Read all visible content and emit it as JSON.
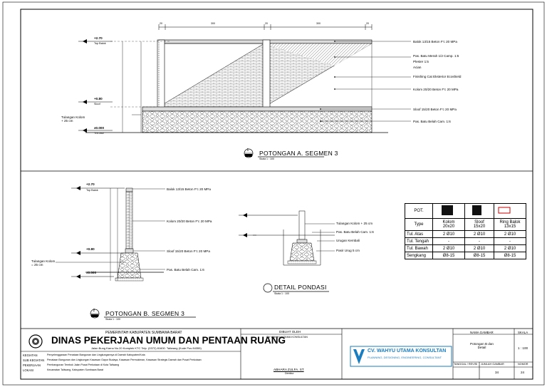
{
  "top_section": {
    "callouts": [
      "Balok 13/15 Beton F'c 20 MPa",
      "Pas. Batu Merah 1/2 Camp. 1:5",
      "Plester 1:5",
      "Acian",
      "Finishing Cat Eksterior Ecoshield",
      "Kolom 20/20 Beton F'c 20 MPa",
      "Sloof 15/20 Beton F'c 20 MPa",
      "Pas. Batu Belah Cam. 1:6"
    ],
    "levels": {
      "top": "+2.70",
      "top_name": "Top Balok",
      "mid": "+0.80",
      "mid_name": "Sloof",
      "ground": "±0.000",
      "ground_name": "Tnh Asli"
    },
    "tulangan_note": "Tulangan Kolom\n+ 25 cm",
    "dims_top": [
      "20",
      "300",
      "20",
      "300",
      "20"
    ],
    "title": "POTONGAN  A.  SEGMEN  3",
    "scale": "Skala 1 : 100",
    "badge": "1"
  },
  "left_bottom": {
    "callouts": [
      "Balok 13/15 Beton F'c 20 MPa",
      "Kolom 20/20 Beton F'c 20 MPa",
      "Sloof 15/20 Beton F'c 20 MPa",
      "Pas. Batu Belah Cam. 1:6"
    ],
    "tulangan_note": "Tulangan Kolom\n= 25 cm",
    "title": "POTONGAN  B.  SEGMEN  3",
    "scale": "Skala 1 : 100",
    "badge": "2"
  },
  "detail_pondasi": {
    "callouts": [
      "Tulangan Kolom + 25 cm",
      "Pas. Batu Belah Cam. 1:6",
      "Urugan Kembali",
      "Pasir Urug 5 cm"
    ],
    "title": "DETAIL  PONDASI",
    "scale": "Skala 1 : 100"
  },
  "rebar_table": {
    "header": [
      "POT.",
      "",
      "",
      ""
    ],
    "type_row": [
      "Type",
      "Kolom\n20x20",
      "Sloof\n15x20",
      "Ring Balok\n13x15"
    ],
    "rows": [
      [
        "Tul. Atas",
        "2 Ø10",
        "2 Ø10",
        "2 Ø10"
      ],
      [
        "Tul. Tengah",
        "-",
        "-",
        "-"
      ],
      [
        "Tul. Bawah",
        "2 Ø10",
        "2 Ø10",
        "2 Ø10"
      ],
      [
        "Sengkang",
        "Ø8-15",
        "Ø8-15",
        "Ø8-15"
      ]
    ]
  },
  "title_block": {
    "gov": "PEMERINTAH KABUPATEN SUMBAWA BARAT",
    "agency": "DINAS PEKERJAAN UMUM DAN PENTAAN RUANG",
    "address": "Jalan Bung Karno No.20 Komplek KTC Telp. (0372) 81600. Taliwang (Kode Pos 84355)",
    "info_labels": [
      "KEGIATAN",
      "SUB KEGIATAN",
      "PEKERJAAN",
      "LOKASI"
    ],
    "info_values": [
      "Penyelenggaraan Penataan Bangunan dan Lingkungannya di Daerah Kabupaten/Kota",
      "Penataan Bangunan dan Lingkungan Kawasan Gapur Budaya, Kawasan Permukiman, Kawasan Strategis Daerah dan Pusat Perkotaan",
      "Pembangunan Tembok Jalan Pusat Perkotaan di Kota Taliwang",
      "Kecamatan Taliwang, Kabupaten Sumbawa Barat"
    ],
    "dibuat_oleh": "DIBUAT OLEH",
    "consultant": "CV WAHYU UTAMA KONSULTAN",
    "signer": "ABHARA ZULFA, ST",
    "signer_role": "Direktur",
    "logo_text": "CV. WAHYU UTAMA KONSULTAN",
    "logo_sub": "PLANNING, DESIGNING, ENGINEERING, CONSULTANT",
    "nama_gambar": "NAMA GAMBAR",
    "skala": "SKALA",
    "drawing_name": "Potongan B dan\nDetail",
    "scale_value": "1 : 100",
    "tanggal": "TANGGAL / REVISI",
    "jumlah": "JUMLAH GAMBAR",
    "nomor": "NOMOR",
    "jumlah_value": "34",
    "nomor_value": "24"
  }
}
